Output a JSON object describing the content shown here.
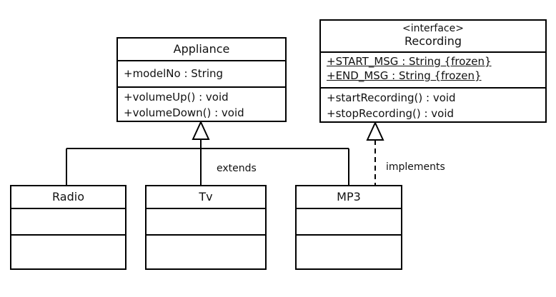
{
  "classes": {
    "appliance": {
      "name": "Appliance",
      "attributes": [
        "+modelNo : String"
      ],
      "methods": [
        "+volumeUp() : void",
        "+volumeDown() : void"
      ]
    },
    "recording": {
      "stereotype": "<interface>",
      "name": "Recording",
      "attributes": [
        "+START_MSG : String {frozen}",
        "+END_MSG : String {frozen}"
      ],
      "methods": [
        "+startRecording() : void",
        "+stopRecording() : void"
      ]
    },
    "radio": {
      "name": "Radio"
    },
    "tv": {
      "name": "Tv"
    },
    "mp3": {
      "name": "MP3"
    }
  },
  "relations": {
    "extends_label": "extends",
    "implements_label": "implements"
  }
}
